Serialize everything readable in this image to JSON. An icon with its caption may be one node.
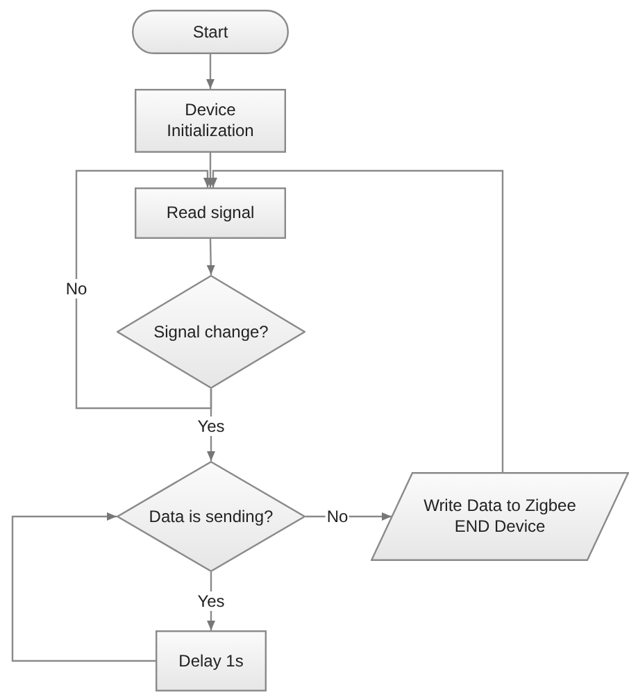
{
  "diagram": {
    "nodes": [
      {
        "text": [
          "Start"
        ]
      },
      {
        "text": [
          "Device Initialization"
        ]
      },
      {
        "text": [
          "Read signal"
        ]
      },
      {
        "text": [
          "Signal change?"
        ]
      },
      {
        "text": [
          "Data is sending?"
        ]
      },
      {
        "text": [
          "Write Data to Zigbee END Device"
        ]
      },
      {
        "text": [
          "Delay 1s"
        ]
      }
    ],
    "edges": [
      {
        "from": 0,
        "to": 1,
        "arrow": "to"
      },
      {
        "from": 1,
        "to": 2,
        "arrow": "to"
      },
      {
        "from": 2,
        "to": 3,
        "arrow": "to"
      },
      {
        "from": 3,
        "to": 2,
        "arrow": "to",
        "label": "No"
      },
      {
        "from": 3,
        "to": 4,
        "arrow": "to",
        "label": "Yes"
      },
      {
        "from": 4,
        "to": 5,
        "arrow": "to",
        "label": "No"
      },
      {
        "from": 5,
        "to": 2,
        "arrow": "to"
      },
      {
        "from": 4,
        "to": 6,
        "arrow": "to",
        "label": "Yes"
      },
      {
        "from": 6,
        "to": 4,
        "arrow": "to"
      }
    ]
  }
}
